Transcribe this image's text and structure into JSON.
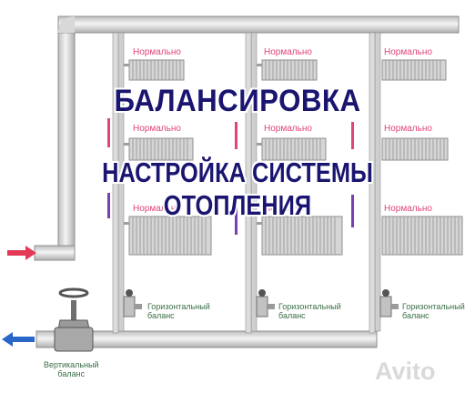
{
  "title_main": "БАЛАНСИРОВКА",
  "title_sub": "НАСТРОЙКА СИСТЕМЫ ОТОПЛЕНИЯ",
  "radiator_label": "Нормально",
  "horizontal_balance_label": [
    "Горизонтальный",
    "баланс"
  ],
  "vertical_balance_label": [
    "Вертикальный",
    "баланс"
  ],
  "watermark": "Avito",
  "colors": {
    "pipe_fill": "#e6e6e6",
    "pipe_stroke": "#8f8f8f",
    "radiator": "#d6d6d6",
    "supply_arrow": "#e23a56",
    "return_arrow": "#2a66c9",
    "title": "#1a1570",
    "normal_label": "#e0457a",
    "balance_label": "#3a6e46",
    "riser_marker_pink": "#e0457a",
    "riser_marker_purple": "#7a3fb0"
  }
}
